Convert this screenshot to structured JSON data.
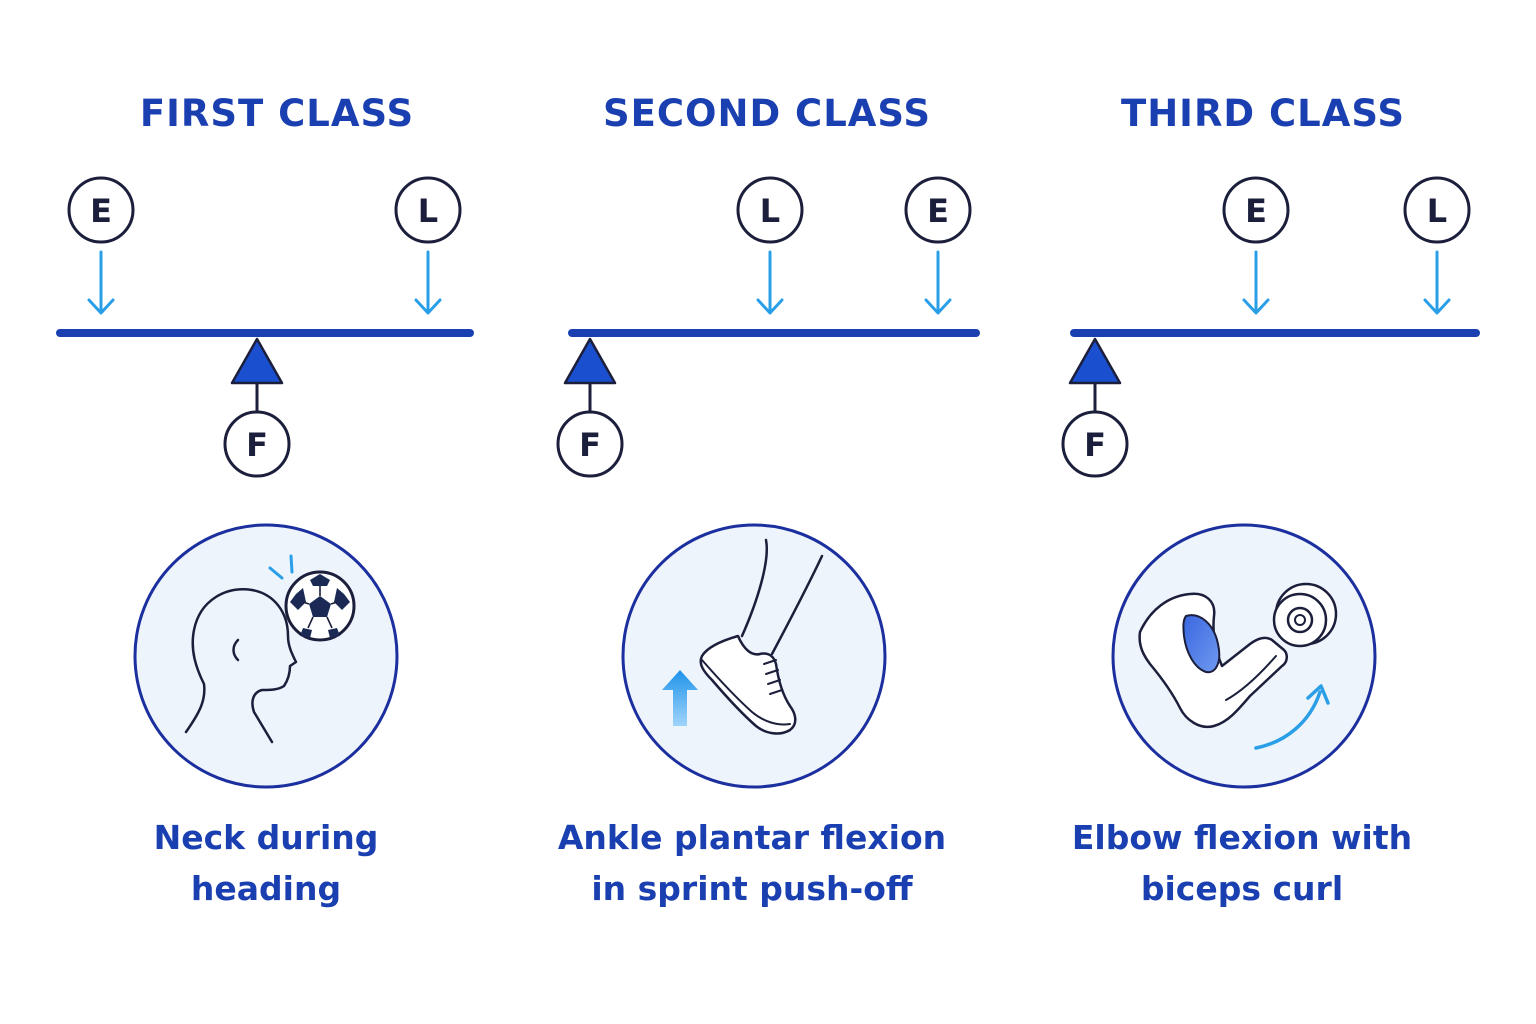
{
  "colors": {
    "title": "#1a3fb0",
    "lever": "#1a3fb0",
    "arrow": "#2a9fe8",
    "outline": "#1b1f3b",
    "medallion_ring": "#1c2f9e",
    "medallion_fill": "#eef4fc",
    "fulcrum": "#1a4fd0"
  },
  "panels": [
    {
      "title": "FIRST CLASS",
      "labels": {
        "effort": "E",
        "load": "L",
        "fulcrum": "F"
      },
      "order": [
        "E",
        "F",
        "L"
      ],
      "illustration": "head-heading-soccer-ball-icon",
      "caption": [
        "Neck during",
        "heading"
      ]
    },
    {
      "title": "SECOND CLASS",
      "labels": {
        "effort": "E",
        "load": "L",
        "fulcrum": "F"
      },
      "order": [
        "F",
        "L",
        "E"
      ],
      "illustration": "foot-sprint-push-off-icon",
      "caption": [
        "Ankle plantar flexion",
        "in sprint push-off"
      ]
    },
    {
      "title": "THIRD CLASS",
      "labels": {
        "effort": "E",
        "load": "L",
        "fulcrum": "F"
      },
      "order": [
        "F",
        "E",
        "L"
      ],
      "illustration": "arm-biceps-curl-dumbbell-icon",
      "caption": [
        "Elbow flexion with",
        "biceps curl"
      ]
    }
  ]
}
